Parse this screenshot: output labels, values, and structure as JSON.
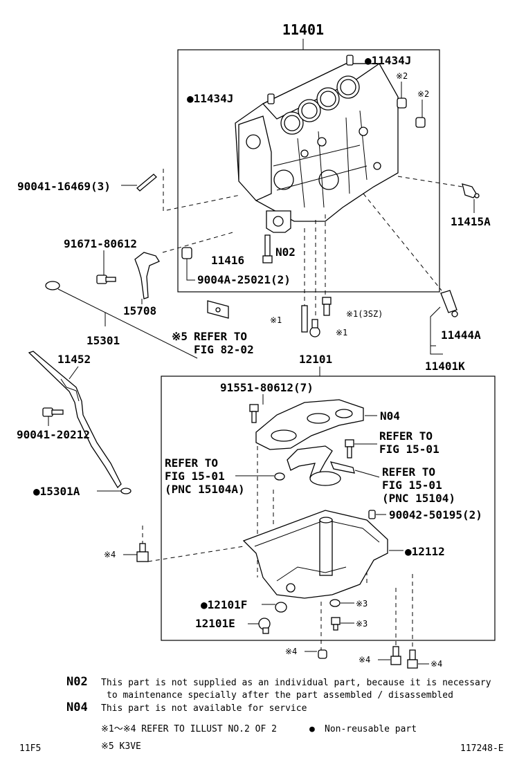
{
  "colors": {
    "ink": "#000000",
    "paper": "#ffffff"
  },
  "header": {
    "main_assembly": "11401"
  },
  "block_labels": {
    "bearing_cap_pin_top": "●11434J",
    "bearing_cap_pin_left": "●11434J",
    "dowel_note_a": "※2",
    "dowel_note_b": "※2",
    "stud_bolt": "90041-16469(3)",
    "knock_sensor": "11415A",
    "bracket_bolt": "91671-80612",
    "bracket": "15708",
    "nozzle": "11416",
    "n02_tag": "N02",
    "straight_pin": "9004A-25021(2)",
    "refer_marker": "※5",
    "refer_text": "REFER TO",
    "refer_fig": "FIG 82-02",
    "gauge": "15301",
    "gauge_guide": "11452",
    "guide_bolt": "90041-20212",
    "gauge_oring": "●15301A",
    "stud_note": "※1",
    "plug_note_3sz": "※1(3SZ)",
    "plug_note": "※1",
    "sensor_sub": "11444A",
    "sensor_assy": "11401K"
  },
  "pan_labels": {
    "pan_assembly": "12101",
    "pan_bolt": "91551-80612(7)",
    "n04_tag": "N04",
    "refer1_a": "REFER TO",
    "refer1_b": "FIG 15-01",
    "refer2_a": "REFER TO",
    "refer2_b": "FIG 15-01",
    "refer2_c": "(PNC 15104A)",
    "refer3_a": "REFER TO",
    "refer3_b": "FIG 15-01",
    "refer3_c": "(PNC 15104)",
    "pan_stud": "90042-50195(2)",
    "gasket": "●12112",
    "plug_bolt_note": "※4",
    "drain_gasket": "●12101F",
    "drain_plug": "12101E",
    "note3_a": "※3",
    "note3_b": "※3",
    "note4_a": "※4",
    "note4_b": "※4",
    "note4_c": "※4"
  },
  "legend": {
    "n02_code": "N02",
    "n02_text_1": "This part is not supplied as an individual part, because it is necessary",
    "n02_text_2": "to maintenance specially after the part assembled / disassembled",
    "n04_code": "N04",
    "n04_text": "This part is not available for service",
    "illust_note": "※1～※4 REFER TO ILLUST NO.2 OF 2",
    "nonreusable_symbol": "●",
    "nonreusable_text": "Non-reusable part",
    "engine_note": "※5 K3VE"
  },
  "footer": {
    "left_code": "11F5",
    "right_code": "117248-E"
  }
}
